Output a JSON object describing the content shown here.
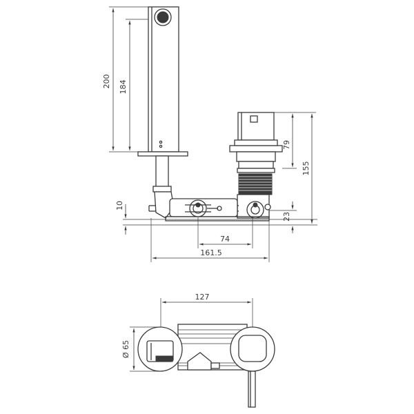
{
  "dimensions": {
    "overall_height": "200",
    "spout_height": "184",
    "handle_height": "79",
    "mixer_height": "155",
    "plate_thickness": "10",
    "body_depth": "23",
    "centre_spacing": "74",
    "overall_width": "161.5",
    "plan_width": "127",
    "plate_diameter": "Ø 65"
  },
  "colors": {
    "line": "#3a3a3a",
    "background": "#ffffff"
  }
}
